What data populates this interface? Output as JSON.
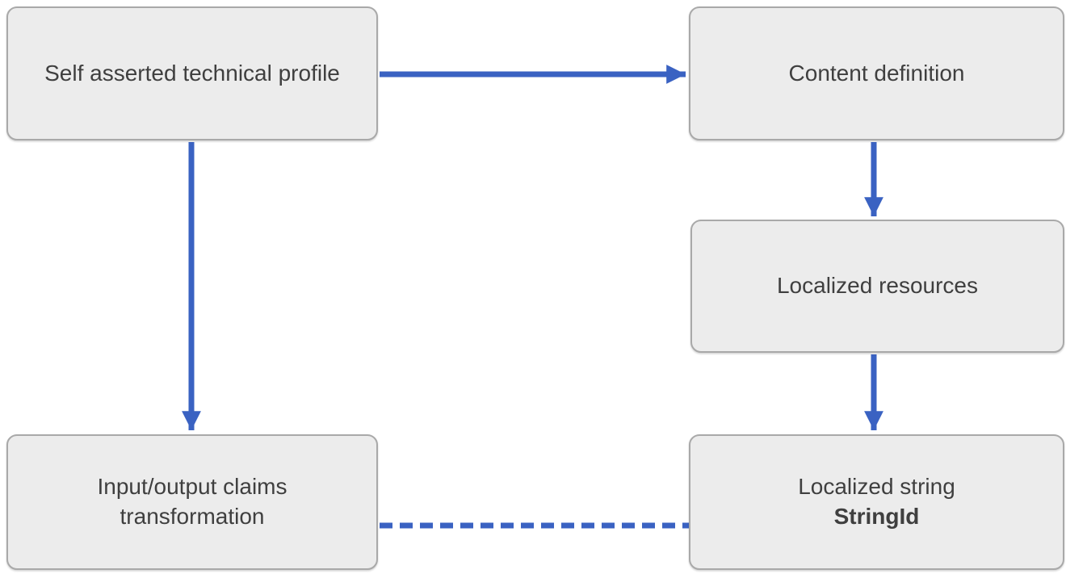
{
  "diagram": {
    "type": "flowchart",
    "nodes": {
      "self_asserted": {
        "label": "Self asserted technical profile"
      },
      "content_definition": {
        "label": "Content definition"
      },
      "localized_resources": {
        "label": "Localized resources"
      },
      "claims_transformation": {
        "label": "Input/output claims transformation"
      },
      "localized_string": {
        "line1": "Localized string",
        "line2_bold": "StringId"
      }
    },
    "edges": [
      {
        "from": "self_asserted",
        "to": "content_definition",
        "style": "solid",
        "direction": "right"
      },
      {
        "from": "content_definition",
        "to": "localized_resources",
        "style": "solid",
        "direction": "down"
      },
      {
        "from": "localized_resources",
        "to": "localized_string",
        "style": "solid",
        "direction": "down"
      },
      {
        "from": "self_asserted",
        "to": "claims_transformation",
        "style": "solid",
        "direction": "down"
      },
      {
        "from": "claims_transformation",
        "to": "localized_string",
        "style": "dashed",
        "direction": "right",
        "points_at": "StringId"
      }
    ]
  },
  "colors": {
    "arrow": "#3A62C2",
    "node_fill": "#ECECEC",
    "node_border": "#A9A9A9",
    "text": "#3F3F3F",
    "background": "#FFFFFF"
  }
}
